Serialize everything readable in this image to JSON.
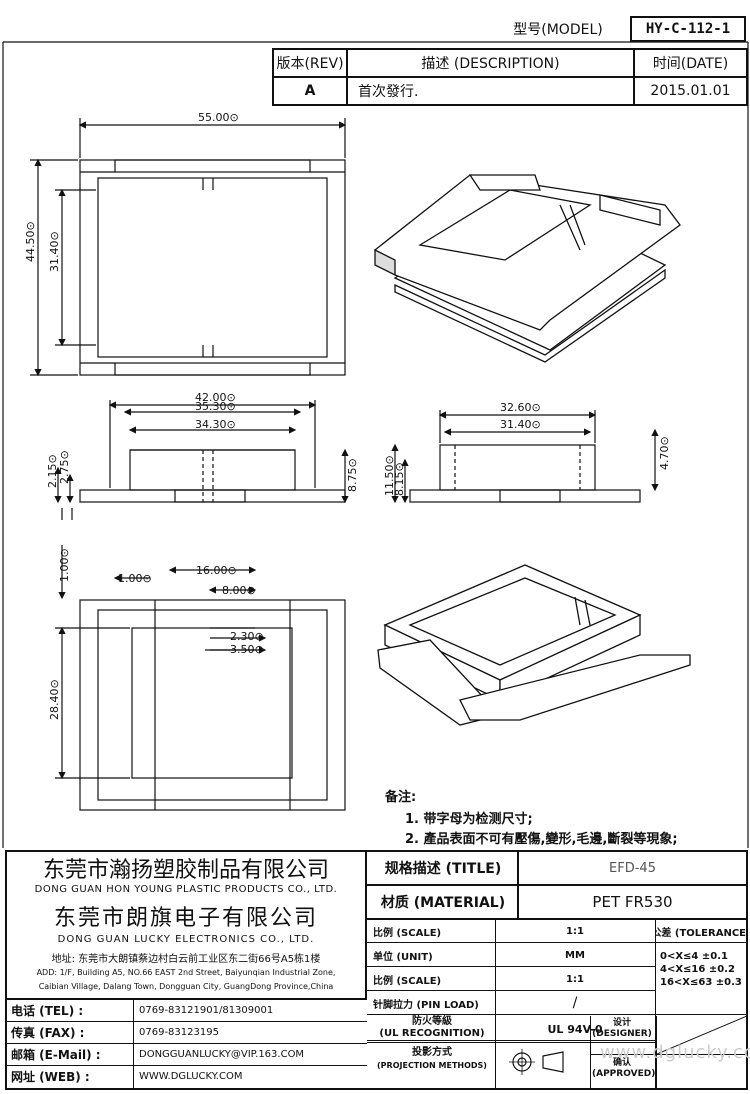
{
  "header": {
    "model_label": "型号(MODEL)",
    "model_value": "HY-C-112-1",
    "rev_label": "版本(REV)",
    "desc_label": "描述 (DESCRIPTION)",
    "date_label": "时间(DATE)",
    "rev_value": "A",
    "desc_value": "首次發行.",
    "date_value": "2015.01.01"
  },
  "dimensions": {
    "top_width": "55.00⊙",
    "top_height_outer": "44.50⊙",
    "top_height_inner": "31.40⊙",
    "front_w1": "42.00⊙",
    "front_w2": "35.30⊙",
    "front_w3": "34.30⊙",
    "front_h1": "2.15⊙",
    "front_h2": "2.75⊙",
    "front_h3": "8.75⊙",
    "side_w1": "32.60⊙",
    "side_w2": "31.40⊙",
    "side_h1": "11.50⊙",
    "side_h2": "8.15⊙",
    "side_h3": "4.70⊙",
    "bot_top": "1.00⊙",
    "bot_w1": "1.00⊙",
    "bot_w2": "16.00⊙",
    "bot_w3": "8.00⊙",
    "bot_w4": "2.30⊙",
    "bot_w5": "3.50⊙",
    "bot_h": "28.40⊙"
  },
  "notes": {
    "title": "备注:",
    "line1": "1. 带字母为检测尺寸;",
    "line2": "2. 產品表面不可有壓傷,變形,毛邊,斷裂等現象;"
  },
  "company": {
    "name1_cn": "东莞市瀚扬塑胶制品有限公司",
    "name1_en": "DONG GUAN HON YOUNG PLASTIC PRODUCTS CO., LTD.",
    "name2_cn": "东莞市朗旗电子有限公司",
    "name2_en": "DONG GUAN LUCKY ELECTRONICS CO., LTD.",
    "addr_cn": "地址: 东莞市大朗镇蔡边村白云前工业区东二街66号A5栋1楼",
    "addr_en1": "ADD: 1/F, Building A5, NO.66 EAST 2nd Street, Baiyunqian Industrial Zone,",
    "addr_en2": "Caibian Village, Dalang Town, Dongguan City, GuangDong Province,China"
  },
  "contact": {
    "tel_label": "电话 (TEL) :",
    "tel_value": "0769-83121901/81309001",
    "fax_label": "传真 (FAX) :",
    "fax_value": "0769-83123195",
    "mail_label": "邮箱 (E-Mail) :",
    "mail_value": "DONGGUANLUCKY@VIP.163.COM",
    "web_label": "网址 (WEB) :",
    "web_value": "WWW.DGLUCKY.COM"
  },
  "spec": {
    "title_label": "规格描述 (TITLE)",
    "title_value": "EFD-45",
    "material_label": "材质 (MATERIAL)",
    "material_value": "PET FR530",
    "scale_label": "比例 (SCALE)",
    "scale_value": "1:1",
    "tolerance_label": "公差 (TOLERANCE)",
    "unit_label": "单位 (UNIT)",
    "unit_value": "MM",
    "scale2_label": "比例 (SCALE)",
    "scale2_value": "1:1",
    "tol1": "0<X≤4",
    "tol1v": "±0.1",
    "tol2": "4<X≤16",
    "tol2v": "±0.2",
    "tol3": "16<X≤63",
    "tol3v": "±0.3",
    "pin_label": "针脚拉力 (PIN LOAD)",
    "pin_value": "/",
    "ul_label1": "防火等級",
    "ul_label2": "(UL RECOGNITION)",
    "ul_value": "UL 94V-0",
    "proj_label1": "投影方式",
    "proj_label2": "(PROJECTION METHODS)",
    "designer1": "设计",
    "designer2": "(DESIGNER)",
    "approved1": "确认",
    "approved2": "(APPROVED)",
    "watermark": "www.dglucky.com"
  }
}
